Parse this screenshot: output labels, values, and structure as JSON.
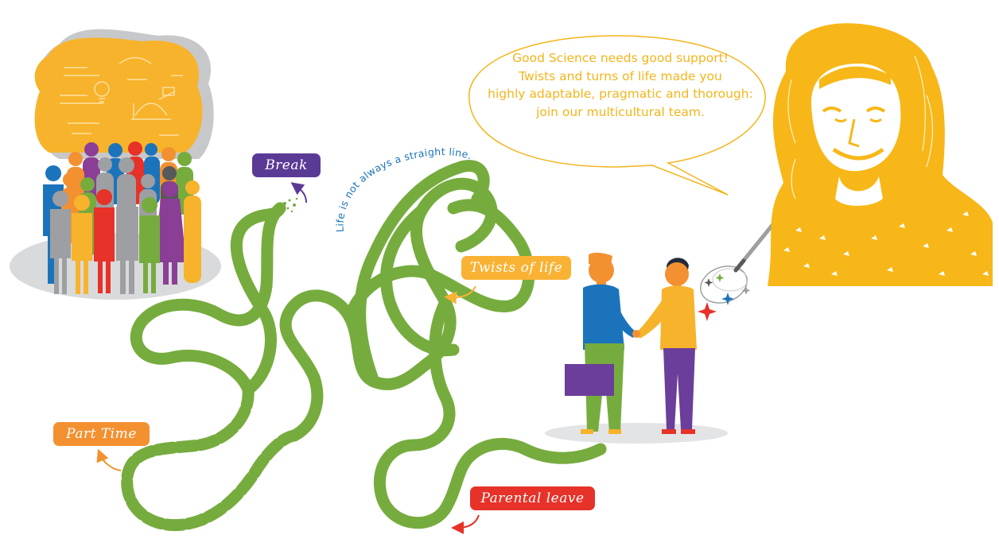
{
  "colors": {
    "path_green": "#76ac3e",
    "bubble_yellow": "#f2b51c",
    "portrait_yellow": "#f7b718",
    "break_purple": "#5b3a96",
    "twists_yellow": "#f9b233",
    "parttime_orange": "#f39131",
    "parental_red": "#e63228",
    "motto_blue": "#1b74bb"
  },
  "speech_bubble": {
    "lines": [
      "Good Science needs good support!",
      "Twists and turns of life made you",
      "highly adaptable, pragmatic and thorough:",
      "join our multicultural team."
    ]
  },
  "motto": "Life is not always a straight line.",
  "labels": {
    "break": "Break",
    "twists": "Twists of life",
    "part_time": "Part Time",
    "parental_leave": "Parental leave"
  },
  "icons": [
    "crowd-illustration",
    "science-cloud",
    "handshake-illustration",
    "magic-wand-icon",
    "sparkle-icon",
    "portrait-illustration"
  ]
}
